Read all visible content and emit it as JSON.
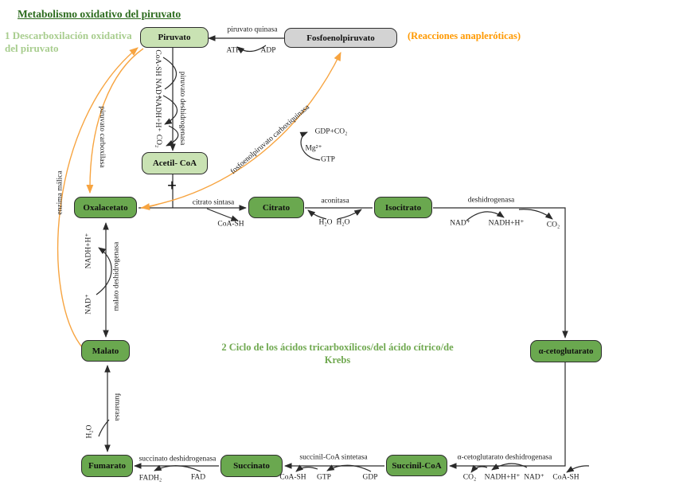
{
  "header": {
    "title": "Metabolismo oxidativo del piruvato",
    "step1_label": "1 Descarboxilación oxidativa del piruvato",
    "anaplerotic_label": "(Reacciones anapleróticas)",
    "step2_label": "2 Ciclo de los ácidos tricarboxílicos/del ácido cítrico/de Krebs"
  },
  "boxes": {
    "piruvato": "Piruvato",
    "fosfoenolpiruvato": "Fosfoenolpiruvato",
    "acetil_coa": "Acetil- CoA",
    "oxalacetato": "Oxalacetato",
    "citrato": "Citrato",
    "isocitrato": "Isocitrato",
    "alfa_cetoglutarato": "α-cetoglutarato",
    "succinil_coa": "Succinil-CoA",
    "succinato": "Succinato",
    "fumarato": "Fumarato",
    "malato": "Malato"
  },
  "enzymes": {
    "piruvato_quinasa": "piruvato quinasa",
    "piruvato_deshidrogenasa": "piruvato deshidrogenasa",
    "citrato_sintasa": "citrato sintasa",
    "aconitasa": "aconitasa",
    "isocitrato_deshidrogenasa": "deshidrogenasa",
    "alfa_cetoglutarato_deshidrogenasa": "α-cetoglutarato deshidrogenasa",
    "succinil_coa_sintetasa": "succinil-CoA sintetasa",
    "succinato_deshidrogenasa": "succinato deshidrogenasa",
    "fumarasa": "fumarasa",
    "malato_deshidrogenasa": "malato deshidrogenasa",
    "piruvato_carboxilasa": "piruvato carboxilasa",
    "enzima_malica": "enzima málica",
    "pep_carboxiquinasa": "fosfoenolpiruvato carboxiquinasa"
  },
  "cofactors": {
    "atp": "ATP",
    "adp": "ADP",
    "pdh_coa_sh": "CoA-SH",
    "pdh_nad": "NAD⁺",
    "pdh_nadh": "NADH+H⁺",
    "pdh_co2": "CO₂",
    "cs_coa_sh": "CoA-SH",
    "acon_h2o_out": "H₂O",
    "acon_h2o_in": "H₂O",
    "idh_nad": "NAD⁺",
    "idh_nadh": "NADH+H⁺",
    "idh_co2": "CO₂",
    "kgdh_co2": "CO₂",
    "kgdh_nadh": "NADH+H⁺",
    "kgdh_nad": "NAD⁺",
    "kgdh_coa_sh": "CoA-SH",
    "scs_coa_sh": "CoA-SH",
    "scs_gtp": "GTP",
    "scs_gdp": "GDP",
    "sdh_fadh2": "FADH₂",
    "sdh_fad": "FAD",
    "fum_h2o": "H₂O",
    "mdh_nadh": "NADH+H⁺",
    "mdh_nad": "NAD⁺",
    "pepck_gdp_co2": "GDP+CO₂",
    "pepck_mg": "Mg²⁺",
    "pepck_gtp": "GTP"
  },
  "symbols": {
    "plus": "+"
  },
  "colors": {
    "box_green": "#6aa84f",
    "box_light_green": "#c9e2b3",
    "box_gray": "#d3d3d3",
    "title_green": "#2c6b1e",
    "step1_green": "#a8cd8e",
    "step2_green": "#6fa84f",
    "orange_text": "#ff9900",
    "orange_curve": "#f7a440",
    "arrow_black": "#2a2a2a"
  }
}
